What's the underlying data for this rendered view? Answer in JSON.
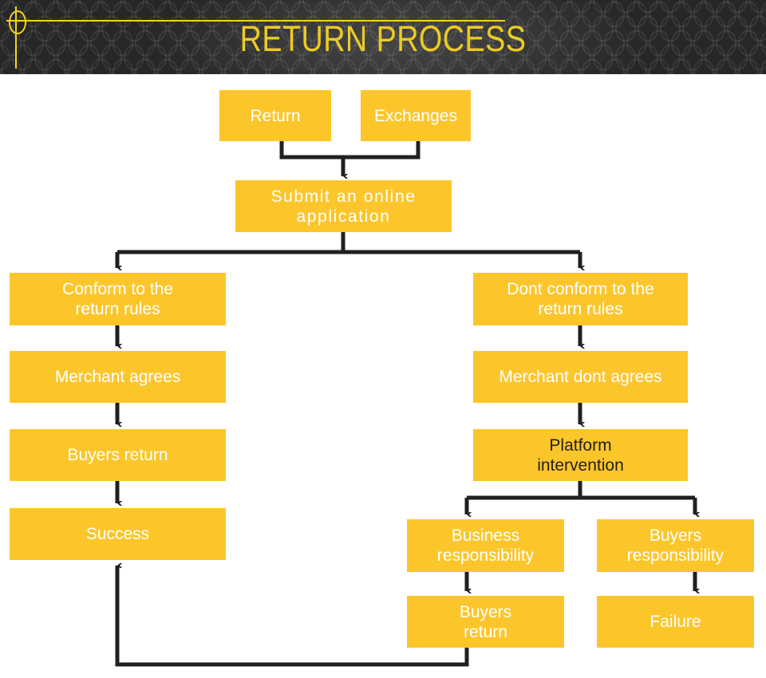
{
  "header": {
    "title": "RETURN PROCESS",
    "accent_color": "#eccb22",
    "background_color": "#272727"
  },
  "theme": {
    "node_fill": "#fcc62b",
    "node_text_light": "#ffffff",
    "node_text_dark": "#231f20",
    "connector_color": "#231f20",
    "canvas_background": "#ffffff"
  },
  "chart_data": {
    "type": "diagram",
    "title": "RETURN PROCESS",
    "nodes": [
      {
        "id": "return",
        "label": "Return",
        "text_color": "light"
      },
      {
        "id": "exchanges",
        "label": "Exchanges",
        "text_color": "light"
      },
      {
        "id": "submit",
        "label": "Submit an online application",
        "text_color": "light"
      },
      {
        "id": "conform",
        "label": "Conform to the return rules",
        "text_color": "light"
      },
      {
        "id": "merchant_agrees",
        "label": "Merchant agrees",
        "text_color": "light"
      },
      {
        "id": "buyers_return",
        "label": "Buyers return",
        "text_color": "light"
      },
      {
        "id": "success",
        "label": "Success",
        "text_color": "light"
      },
      {
        "id": "dont_conform",
        "label": "Dont conform to the return rules",
        "text_color": "light"
      },
      {
        "id": "merchant_dont_agrees",
        "label": "Merchant dont agrees",
        "text_color": "light"
      },
      {
        "id": "platform",
        "label": "Platform intervention",
        "text_color": "dark"
      },
      {
        "id": "business_resp",
        "label": "Business responsibility",
        "text_color": "light"
      },
      {
        "id": "buyers_resp",
        "label": "Buyers responsibility",
        "text_color": "light"
      },
      {
        "id": "buyers_return_2",
        "label": "Buyers return",
        "text_color": "light"
      },
      {
        "id": "failure",
        "label": "Failure",
        "text_color": "light"
      }
    ],
    "edges": [
      {
        "from": "return",
        "to": "submit",
        "style": "elbow-merge"
      },
      {
        "from": "exchanges",
        "to": "submit",
        "style": "elbow-merge"
      },
      {
        "from": "submit",
        "to": "conform",
        "style": "elbow-split"
      },
      {
        "from": "submit",
        "to": "dont_conform",
        "style": "elbow-split"
      },
      {
        "from": "conform",
        "to": "merchant_agrees",
        "style": "straight"
      },
      {
        "from": "merchant_agrees",
        "to": "buyers_return",
        "style": "straight"
      },
      {
        "from": "buyers_return",
        "to": "success",
        "style": "straight"
      },
      {
        "from": "dont_conform",
        "to": "merchant_dont_agrees",
        "style": "straight"
      },
      {
        "from": "merchant_dont_agrees",
        "to": "platform",
        "style": "straight"
      },
      {
        "from": "platform",
        "to": "business_resp",
        "style": "elbow-split"
      },
      {
        "from": "platform",
        "to": "buyers_resp",
        "style": "elbow-split"
      },
      {
        "from": "business_resp",
        "to": "buyers_return_2",
        "style": "straight"
      },
      {
        "from": "buyers_resp",
        "to": "failure",
        "style": "straight"
      },
      {
        "from": "buyers_return_2",
        "to": "success",
        "style": "feedback-loop"
      }
    ]
  },
  "nodes": {
    "return": "Return",
    "exchanges": "Exchanges",
    "submit": "Submit an online application",
    "conform": "Conform to the\nreturn rules",
    "merchant_agrees": "Merchant agrees",
    "buyers_return": "Buyers return",
    "success": "Success",
    "dont_conform": "Dont conform to the\nreturn rules",
    "merchant_dont_agrees": "Merchant dont agrees",
    "platform": "Platform\nintervention",
    "business_resp": "Business\nresponsibility",
    "buyers_resp": "Buyers\nresponsibility",
    "buyers_return_2": "Buyers\nreturn",
    "failure": "Failure"
  }
}
